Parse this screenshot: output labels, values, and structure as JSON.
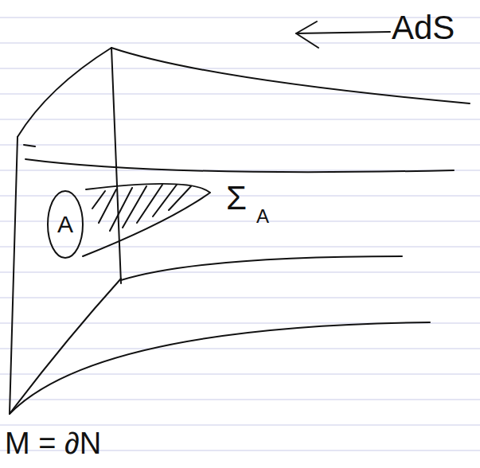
{
  "diagram": {
    "nodes": [
      {
        "text": [
          "A"
        ]
      }
    ],
    "labels": [
      "AdS",
      "Σ",
      "A",
      "M = ∂N"
    ]
  }
}
